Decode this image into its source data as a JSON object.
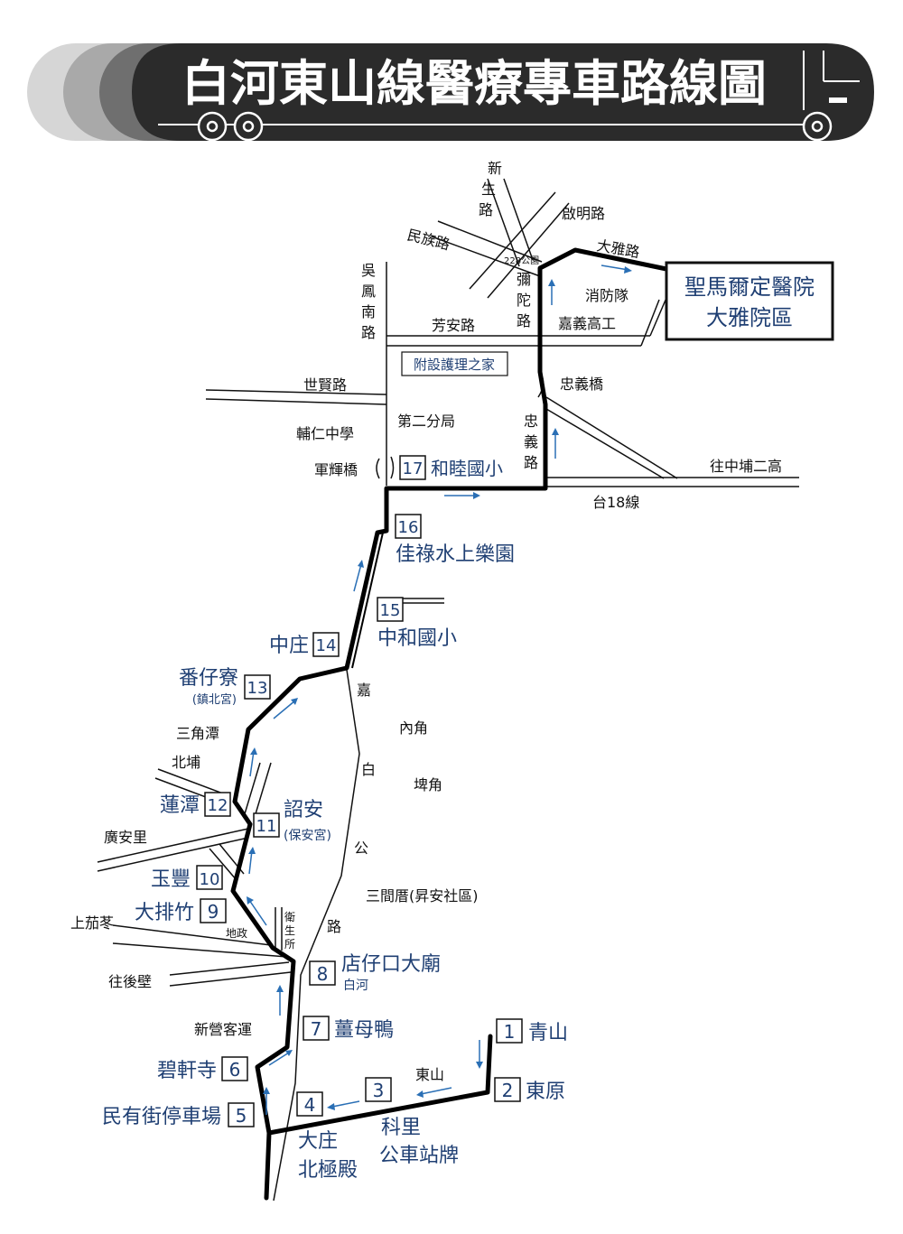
{
  "title": "白河東山線醫療專車路線圖",
  "hospital": {
    "line1": "聖馬爾定醫院",
    "line2": "大雅院區"
  },
  "nursing_home": "附設護理之家",
  "roads": {
    "xinsheng": [
      "新",
      "生",
      "路"
    ],
    "qiming": "啟明路",
    "minzu": "民族路",
    "daya": "大雅路",
    "park228": "228公園",
    "mituo": [
      "彌",
      "陀",
      "路"
    ],
    "fire_station": "消防隊",
    "wufeng": [
      "吳",
      "鳳",
      "南",
      "路"
    ],
    "fangan": "芳安路",
    "jiayi_vocational": "嘉義高工",
    "shixian": "世賢路",
    "zhongyi_bridge": "忠義橋",
    "second_branch": "第二分局",
    "zhongyi_road": [
      "忠",
      "義",
      "路"
    ],
    "furen": "輔仁中學",
    "junhui": "軍輝橋",
    "to_zhongpu": "往中埔二高",
    "tai18": "台18線",
    "jiabai": [
      "嘉",
      "白",
      "公",
      "路"
    ],
    "neijiao": "內角",
    "sanjiaotan": "三角潭",
    "beipu": "北埔",
    "bijiao": "埤角",
    "guangan": "廣安里",
    "sanjiancuo": "三間厝(昇安社區)",
    "shangjialao": "上茄苳",
    "dizheng": "地政",
    "health_station": [
      "衛",
      "生",
      "所"
    ],
    "to_houbi": "往後壁",
    "xinying": "新營客運",
    "dongshan": "東山"
  },
  "stops": [
    {
      "num": "1",
      "name": "青山"
    },
    {
      "num": "2",
      "name": "東原"
    },
    {
      "num": "3",
      "name": ""
    },
    {
      "num": "4",
      "name": ""
    },
    {
      "num": "5",
      "name": "民有街停車場"
    },
    {
      "num": "6",
      "name": "碧軒寺"
    },
    {
      "num": "7",
      "name": "薑母鴨"
    },
    {
      "num": "8",
      "name": "店仔口大廟",
      "sub": "白河"
    },
    {
      "num": "9",
      "name": "大排竹"
    },
    {
      "num": "10",
      "name": "玉豐"
    },
    {
      "num": "11",
      "name": "詔安",
      "sub": "(保安宮)"
    },
    {
      "num": "12",
      "name": "蓮潭"
    },
    {
      "num": "13",
      "name": "番仔寮",
      "sub": "(鎮北宮)"
    },
    {
      "num": "14",
      "name": "中庄"
    },
    {
      "num": "15",
      "name": "中和國小"
    },
    {
      "num": "16",
      "name": "佳祿水上樂園"
    },
    {
      "num": "17",
      "name": "和睦國小"
    }
  ],
  "extra_labels": {
    "kelihead": "科里",
    "keli_bus": "公車站牌",
    "dazhuang": "大庄",
    "beijidian": "北極殿"
  },
  "colors": {
    "stop_text": "#1f3f73",
    "arrow": "#2a6fb5",
    "banner": "#2b2b2b"
  }
}
